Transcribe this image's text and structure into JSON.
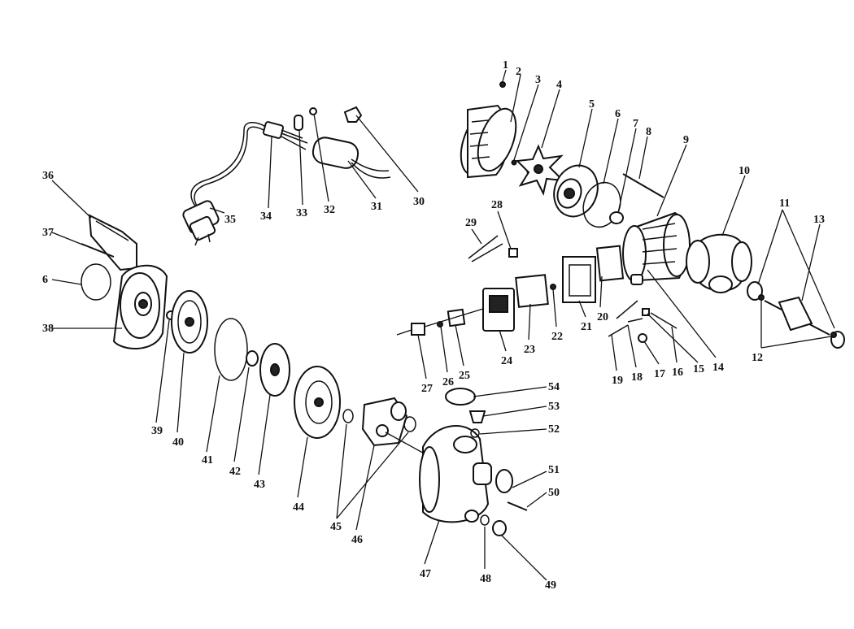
{
  "diagram": {
    "callouts": [
      "1",
      "2",
      "3",
      "4",
      "5",
      "6",
      "7",
      "8",
      "9",
      "10",
      "11",
      "12",
      "13",
      "14",
      "15",
      "16",
      "17",
      "18",
      "19",
      "20",
      "21",
      "22",
      "23",
      "24",
      "25",
      "26",
      "27",
      "28",
      "29",
      "30",
      "31",
      "32",
      "33",
      "34",
      "35",
      "36",
      "37",
      "38",
      "39",
      "40",
      "41",
      "42",
      "43",
      "44",
      "45",
      "46",
      "47",
      "48",
      "49",
      "50",
      "51",
      "52",
      "53",
      "54"
    ],
    "callout_6_left": "6"
  }
}
